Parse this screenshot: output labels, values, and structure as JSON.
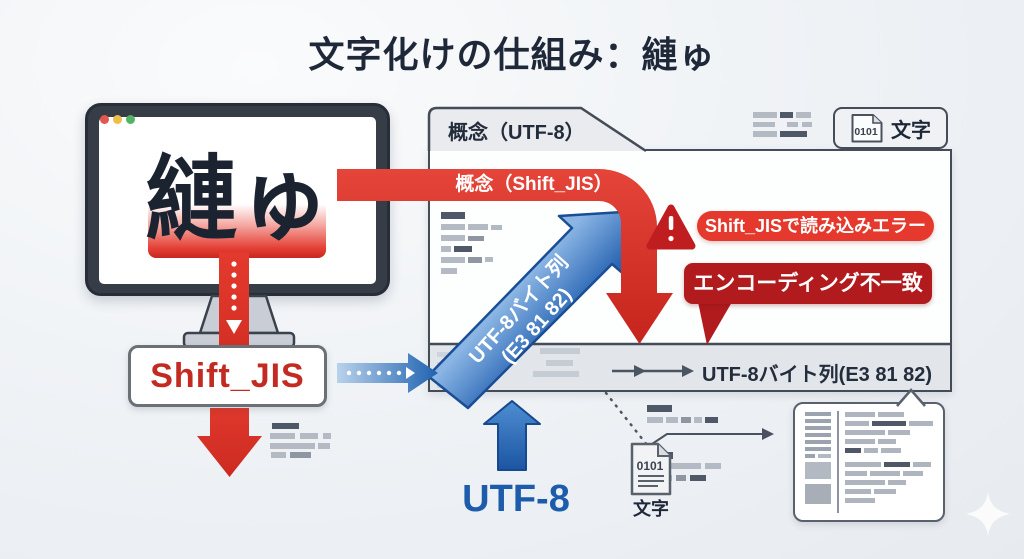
{
  "title": "文字化けの仕組み：縺ゅ",
  "monitor": {
    "screen_text": "縺ゅ"
  },
  "shift_jis_box": {
    "label": "Shift_JIS"
  },
  "panel": {
    "tab_label": "概念（UTF-8）",
    "ribbon_label": "概念（Shift_JIS）",
    "byte_row_label": "UTF-8バイト列(E3 81 82)",
    "doc_tab": {
      "icon_text": "0101",
      "label": "文字"
    }
  },
  "blue_arrow": {
    "line1": "UTF-8バイト列",
    "line2": "(E3 81 82)"
  },
  "error_pill": {
    "label": "Shift_JISで読み込みエラー"
  },
  "mismatch_bubble": {
    "label": "エンコーディング不一致"
  },
  "utf8_arrow": {
    "label": "UTF-8"
  },
  "doc_icon": {
    "icon_text": "0101",
    "label": "文字"
  },
  "colors": {
    "red": "#d92f24",
    "bright_red": "#e4392c",
    "dark_red": "#b11b1e",
    "blue": "#2a66b4",
    "navy": "#1e2838",
    "panel_border": "#434c57"
  }
}
